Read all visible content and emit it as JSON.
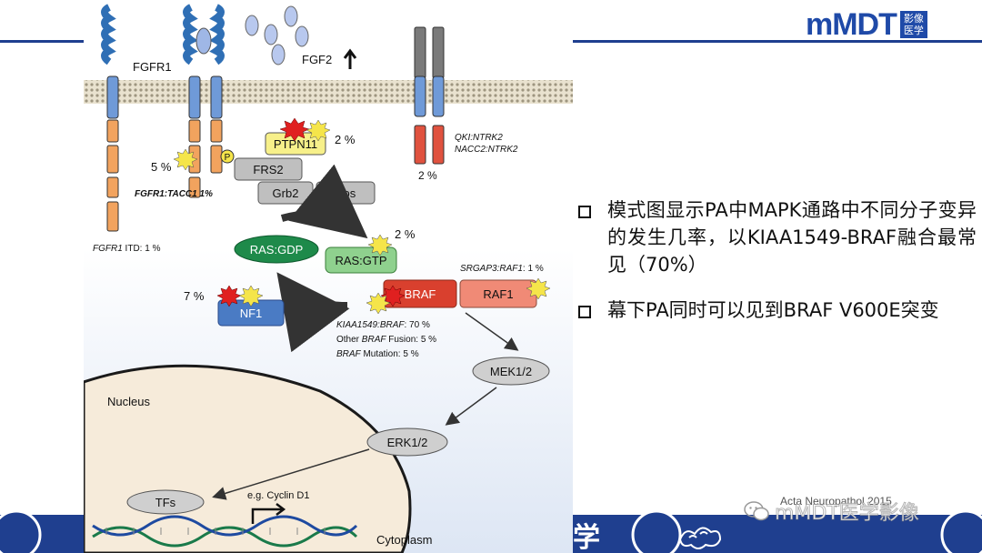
{
  "logo": {
    "text": "mMDT",
    "badge_line1": "影像",
    "badge_line2": "医学"
  },
  "diagram": {
    "fgfr1_label": "FGFR1",
    "fgf2_label": "FGF2",
    "ptpn11_label": "PTPN11",
    "ptpn11_pct": "2 %",
    "p_label": "P",
    "fgfr1_tacc1_pct": "5 %",
    "fgfr1_tacc1_label": "FGFR1:TACC1 1%",
    "frs2_label": "FRS2",
    "grb2_label": "Grb2",
    "sos_label": "Sos",
    "ntrk2_line1": "QKI:NTRK2",
    "ntrk2_line2": "NACC2:NTRK2",
    "ntrk2_pct": "2 %",
    "fgfr1_itd_gene": "FGFR1",
    "fgfr1_itd_rest": " ITD: 1 %",
    "ras_gdp_label": "RAS:GDP",
    "ras_gtp_label": "RAS:GTP",
    "ras_gtp_pct": "2 %",
    "srgap3_label": "SRGAP3:RAF1",
    "srgap3_pct": ": 1 %",
    "nf1_pct": "7 %",
    "nf1_label": "NF1",
    "braf_label": "BRAF",
    "raf1_label": "RAF1",
    "kiaa_gene": "KIAA1549:BRAF",
    "kiaa_pct": ": 70 %",
    "other_prefix": "Other ",
    "other_gene": "BRAF",
    "other_rest": " Fusion: 5 %",
    "mut_gene": "BRAF",
    "mut_rest": " Mutation: 5 %",
    "mek_label": "MEK1/2",
    "nucleus_label": "Nucleus",
    "erk_label": "ERK1/2",
    "tfs_label": "TFs",
    "cyclin_label": "e.g. Cyclin D1",
    "cytoplasm_label": "Cytoplasm"
  },
  "bullets": [
    {
      "text": "模式图显示PA中MAPK通路中不同分子变异的发生几率，以KIAA1549-BRAF融合最常见（70%）"
    },
    {
      "text": "幕下PA同时可以见到BRAF V600E突变"
    }
  ],
  "citation": "Acta Neuropathol 2015",
  "watermark": "mMDT医学影像",
  "footer_text": "学",
  "colors": {
    "brand_blue": "#1f4aa8",
    "footer_blue": "#1f3f8f",
    "braf_red": "#e0523f",
    "raf_salmon": "#f08a76",
    "ras_green": "#3aa35b",
    "receptor_blue": "#6f9ad8",
    "receptor_orange": "#f2a35e",
    "ptpn_yellow": "#f7f08a"
  }
}
